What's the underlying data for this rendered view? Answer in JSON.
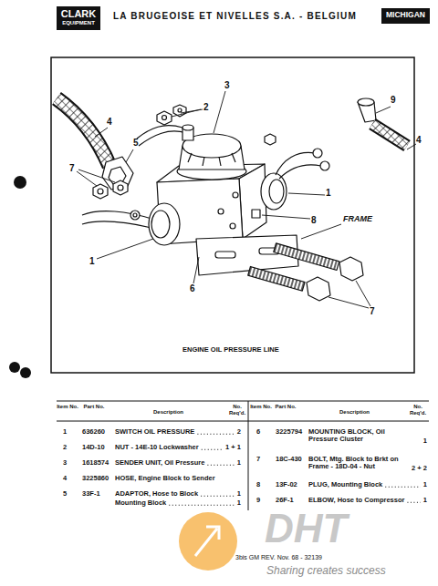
{
  "diagram": {
    "caption": "ENGINE OIL PRESSURE LINE",
    "labels": [
      "CLARK",
      "EQUIPMENT",
      "LA BRUGEOISE ET NIVELLES S.A. - BELGIUM",
      "MICHIGAN",
      "2",
      "3",
      "9",
      "4",
      "5",
      "7",
      "1",
      "8",
      "FRAME",
      "1",
      "6",
      "7",
      "4",
      "Item No.",
      "Part No.",
      "Description",
      "No. Req'd.",
      "Item No.",
      "Part No.",
      "Description",
      "No. Req'd.",
      "1",
      "636260",
      "SWITCH OIL PRESSURE",
      "2",
      "2",
      "14D-10",
      "NUT - 14E-10 Lockwasher",
      "1 + 1",
      "3",
      "1618574",
      "SENDER UNIT, Oil Pressure",
      "1",
      "4",
      "3225860",
      "HOSE, Engine Block to Sender",
      "5",
      "33F-1",
      "ADAPTOR, Hose to Block",
      "1",
      "Mounting Block",
      "1",
      "6",
      "3225794",
      "MOUNTING BLOCK, Oil Pressure Cluster",
      "1",
      "7",
      "18C-430",
      "BOLT, Mtg. Block to Brkt on Frame - 18D-04 - Nut",
      "2 + 2",
      "8",
      "13F-02",
      "PLUG, Mounting Block",
      "1",
      "9",
      "26F-1",
      "ELBOW, Hose to Compressor",
      "1",
      "3bis GM REV. Nov. 68 - 32139",
      "DHT",
      "Sharing creates success"
    ]
  }
}
